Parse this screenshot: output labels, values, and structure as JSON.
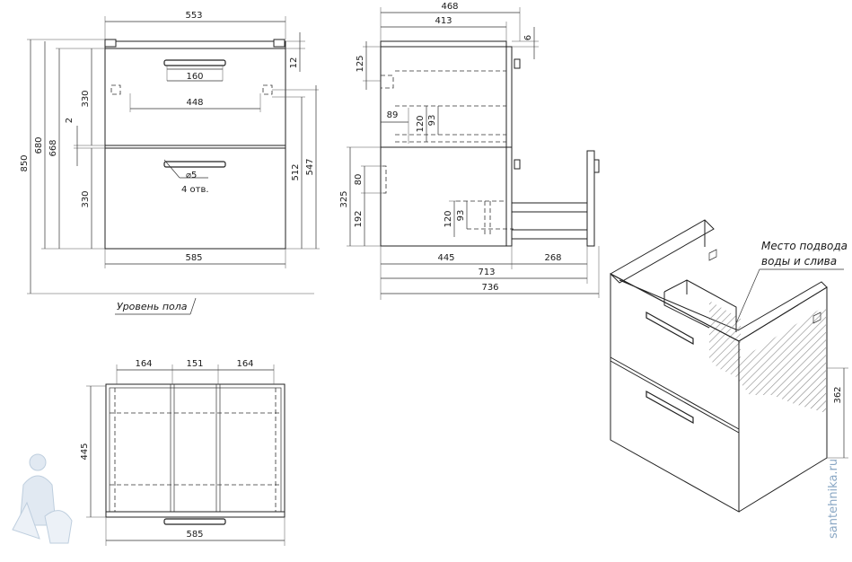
{
  "front_view": {
    "width_top": "553",
    "handle_width": "160",
    "height_total": "850",
    "height_carcass": "680",
    "height_body": "668",
    "top_gap": "12",
    "drawer_top": "330",
    "drawer_bottom": "330",
    "drawer_gap": "2",
    "mount_spacing": "448",
    "height_mount_low": "512",
    "height_mount_high": "547",
    "hole_diameter": "⌀5",
    "hole_count": "4 отв.",
    "width_bottom": "585",
    "floor_label": "Уровень пола"
  },
  "side_view": {
    "depth_total": "468",
    "depth_top": "413",
    "top_thickness": "6",
    "upper_h": "125",
    "pipe_offset": "89",
    "pipe_h1": "120",
    "pipe_h2": "93",
    "lower_box_h": "80",
    "lower_h": "325",
    "lower_offset": "192",
    "pipe_h3": "120",
    "pipe_h4": "93",
    "depth_body": "445",
    "open_extension": "268",
    "depth_open": "713",
    "depth_overall": "736"
  },
  "top_view": {
    "segment_left": "164",
    "segment_middle": "151",
    "segment_right": "164",
    "depth": "445",
    "width": "585"
  },
  "iso_view": {
    "callout_line1": "Место подвода",
    "callout_line2": "воды и слива",
    "height": "362"
  },
  "watermark": {
    "text": "santehnika.ru"
  },
  "colors": {
    "line": "#222222",
    "watermark": "#8aa7c4"
  }
}
